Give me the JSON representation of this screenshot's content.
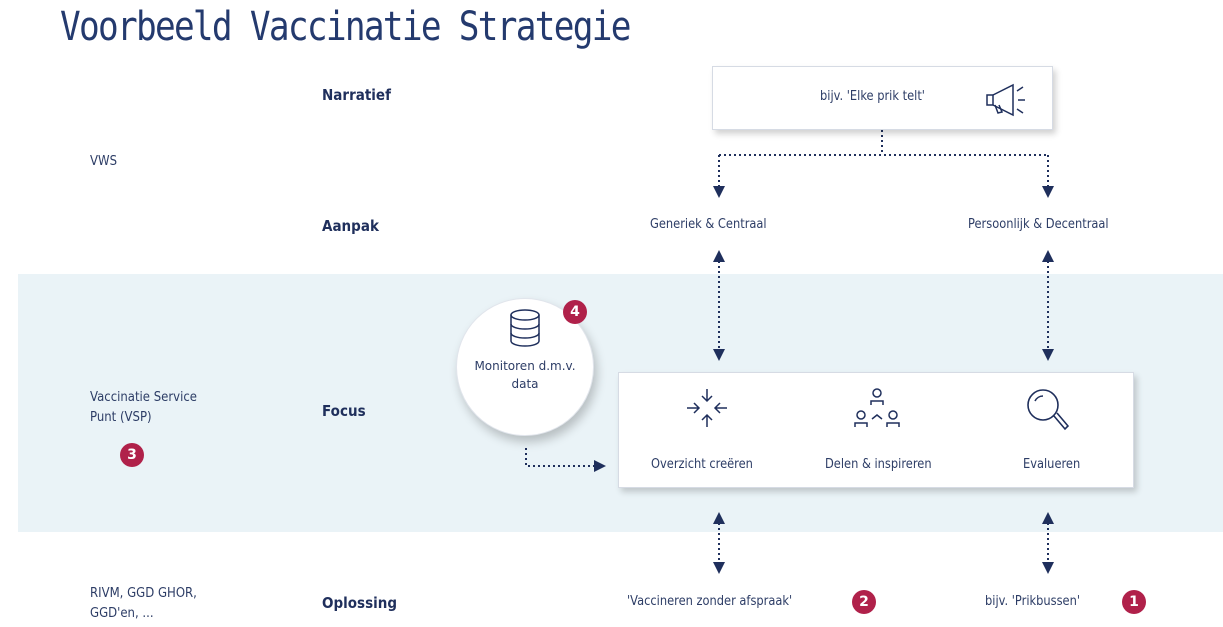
{
  "title": "Voorbeeld Vaccinatie Strategie",
  "rows": {
    "narratief": "Narratief",
    "aanpak": "Aanpak",
    "focus": "Focus",
    "oplossing": "Oplossing"
  },
  "actors": {
    "vws": "VWS",
    "vsp": "Vaccinatie Service\nPunt (VSP)",
    "vsp_badge": "3",
    "rivm": "RIVM, GGD GHOR,\nGGD'en, ..."
  },
  "narratief_box": {
    "text": "bijv. 'Elke prik telt'",
    "icon": "megaphone-icon"
  },
  "aanpak": {
    "left": "Generiek & Centraal",
    "right": "Persoonlijk & Decentraal"
  },
  "monitoring": {
    "text": "Monitoren d.m.v.\ndata",
    "icon": "database-icon",
    "badge": "4"
  },
  "focus_items": [
    {
      "label": "Overzicht creëren",
      "icon": "converge-arrows-icon"
    },
    {
      "label": "Delen & inspireren",
      "icon": "people-network-icon"
    },
    {
      "label": "Evalueren",
      "icon": "magnifier-icon"
    }
  ],
  "oplossing": {
    "left": "'Vaccineren zonder afspraak'",
    "left_badge": "2",
    "right": "bijv. 'Prikbussen'",
    "right_badge": "1"
  },
  "colors": {
    "navy": "#1f2f5c",
    "band": "#eaf3f7",
    "badge": "#b0214a"
  }
}
